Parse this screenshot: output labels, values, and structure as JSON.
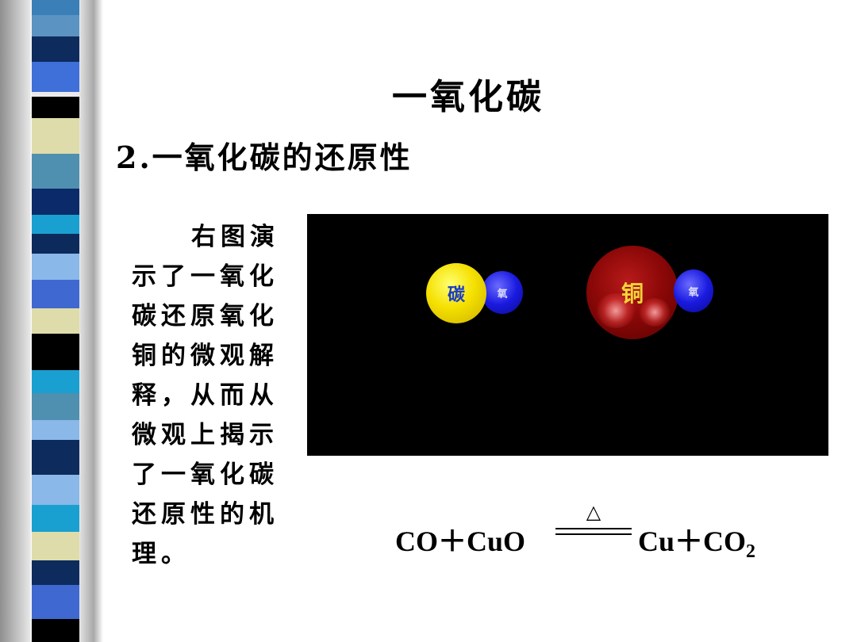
{
  "slide": {
    "title": "一氧化碳",
    "subtitle": "2.一氧化碳的还原性",
    "description": "右图演示了一氧化碳还原氧化铜的微观解释，从而从微观上揭示了一氧化碳还原性的机理。"
  },
  "animation": {
    "atoms": {
      "carbon": "碳",
      "oxygen_left": "氧",
      "copper": "铜",
      "oxygen_right": "氧"
    }
  },
  "equation": {
    "left": "CO＋CuO",
    "condition": "△",
    "right_main": "Cu＋CO",
    "right_sub": "2"
  },
  "colors": {
    "scene_background": "#000000",
    "carbon_atom": "#f5e000",
    "oxygen_atom": "#1a1ae0",
    "copper_atom": "#8c0808",
    "copper_label": "#f3d43a"
  },
  "decor": {
    "stripes": [
      {
        "color": "#3a7fb8",
        "h": 20
      },
      {
        "color": "#5b93c2",
        "h": 28
      },
      {
        "color": "#0e2b5e",
        "h": 34
      },
      {
        "color": "#3f6fd8",
        "h": 40
      },
      {
        "color": "#eaeaea",
        "h": 6
      },
      {
        "color": "#000000",
        "h": 28
      },
      {
        "color": "#dedcaa",
        "h": 48
      },
      {
        "color": "#4f8fb0",
        "h": 46
      },
      {
        "color": "#0a2a6a",
        "h": 34
      },
      {
        "color": "#1aa0d0",
        "h": 26
      },
      {
        "color": "#0d2a5c",
        "h": 26
      },
      {
        "color": "#8ab8e8",
        "h": 34
      },
      {
        "color": "#3f68d0",
        "h": 38
      },
      {
        "color": "#dedcaa",
        "h": 34
      },
      {
        "color": "#000000",
        "h": 48
      },
      {
        "color": "#1aa0d0",
        "h": 30
      },
      {
        "color": "#4f8fb0",
        "h": 36
      },
      {
        "color": "#8ab8e8",
        "h": 26
      },
      {
        "color": "#0e2b5e",
        "h": 46
      },
      {
        "color": "#8ab8e8",
        "h": 40
      },
      {
        "color": "#1aa0d0",
        "h": 36
      },
      {
        "color": "#dedcaa",
        "h": 38
      },
      {
        "color": "#0e2b5e",
        "h": 32
      },
      {
        "color": "#3f68d0",
        "h": 46
      },
      {
        "color": "#000000",
        "h": 30
      }
    ]
  }
}
